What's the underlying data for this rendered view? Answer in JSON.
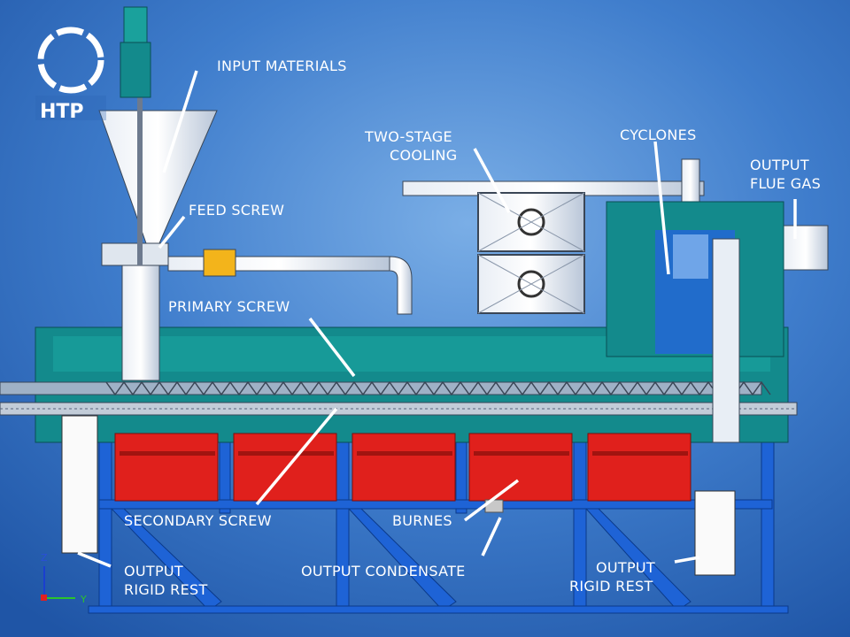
{
  "logo": {
    "text": "HTP"
  },
  "labels": {
    "input_materials": "INPUT MATERIALS",
    "two_stage_cooling_1": "TWO-STAGE",
    "two_stage_cooling_2": "COOLING",
    "cyclones": "CYCLONES",
    "output_flue_gas_1": "OUTPUT",
    "output_flue_gas_2": "FLUE GAS",
    "feed_screw": "FEED SCREW",
    "primary_screw": "PRIMARY SCREW",
    "secondary_screw": "SECONDARY SCREW",
    "burnes": "BURNES",
    "output_condensate": "OUTPUT CONDENSATE",
    "output_rigid_rest_left_1": "OUTPUT",
    "output_rigid_rest_left_2": "RIGID REST",
    "output_rigid_rest_right_1": "OUTPUT",
    "output_rigid_rest_right_2": "RIGID REST"
  },
  "axes": {
    "z": "Z",
    "y": "Y"
  },
  "colors": {
    "background": "#2d66b4",
    "body": "#138a8c",
    "burner": "#e0201c",
    "frame": "#1e63d6"
  }
}
